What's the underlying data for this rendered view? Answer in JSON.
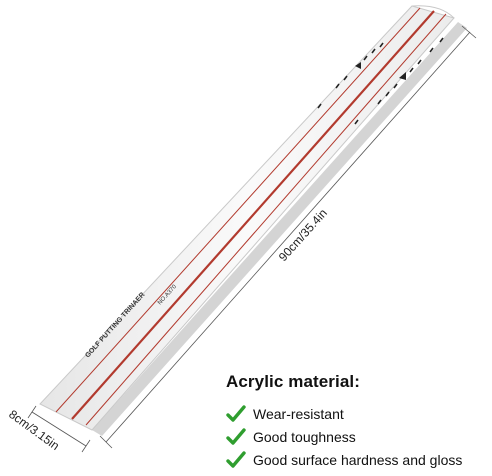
{
  "product": {
    "name_on_ruler": "GOLF PUTTING TRINAER",
    "model_on_ruler": "NO.A370",
    "length_label": "90cm/35.4in",
    "width_label": "8cm/3.15in",
    "ruler_color": "#f4f4f4",
    "line_color": "#b23a2e"
  },
  "features": {
    "heading": "Acrylic material:",
    "check_icon": "green-check-icon",
    "check_color": "#2f9e2f",
    "items": [
      {
        "label": "Wear-resistant"
      },
      {
        "label": "Good toughness"
      },
      {
        "label": "Good surface hardness and gloss"
      }
    ]
  }
}
